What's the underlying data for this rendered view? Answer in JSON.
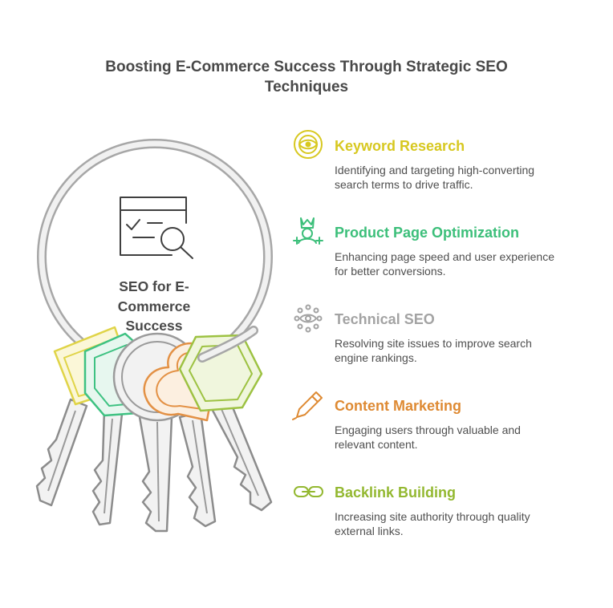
{
  "title": {
    "line1": "Boosting E-Commerce Success Through Strategic SEO",
    "line2": "Techniques"
  },
  "center": {
    "line1": "SEO for E-",
    "line2": "Commerce",
    "line3": "Success"
  },
  "items": [
    {
      "heading": "Keyword Research",
      "desc_line1": "Identifying and targeting high-converting",
      "desc_line2": "search terms to drive traffic.",
      "color": "#d7c820",
      "icon": "target-eye-icon"
    },
    {
      "heading": "Product Page Optimization",
      "desc_line1": "Enhancing page speed and user experience",
      "desc_line2": "for better conversions.",
      "color": "#3cbf7a",
      "icon": "crowned-user-icon"
    },
    {
      "heading": "Technical SEO",
      "desc_line1": "Resolving site issues to improve search",
      "desc_line2": "engine rankings.",
      "color": "#a3a3a3",
      "icon": "gear-eye-icon"
    },
    {
      "heading": "Content Marketing",
      "desc_line1": "Engaging users through valuable and",
      "desc_line2": "relevant content.",
      "color": "#de8a33",
      "icon": "pencil-icon"
    },
    {
      "heading": "Backlink Building",
      "desc_line1": "Increasing site authority through quality",
      "desc_line2": "external links.",
      "color": "#93b830",
      "icon": "link-icon"
    }
  ]
}
